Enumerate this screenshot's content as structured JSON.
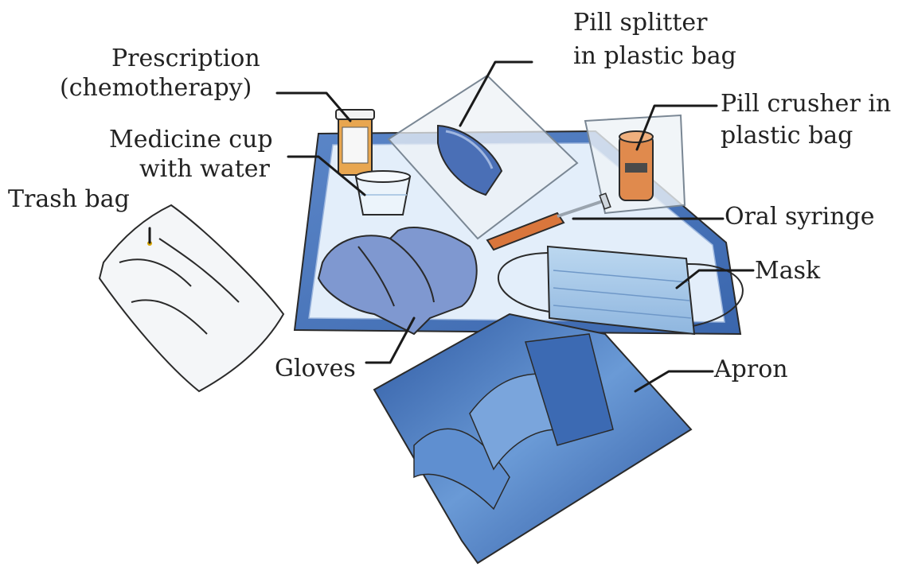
{
  "labels": {
    "prescription": [
      "Prescription",
      "(chemotherapy)"
    ],
    "pill_splitter": [
      "Pill splitter",
      "in plastic bag"
    ],
    "pill_crusher": [
      "Pill crusher in",
      "plastic bag"
    ],
    "medicine_cup": [
      "Medicine cup",
      "with water"
    ],
    "trash_bag": "Trash bag",
    "oral_syringe": "Oral syringe",
    "mask": "Mask",
    "gloves": "Gloves",
    "apron": "Apron"
  },
  "colors": {
    "mat": "#dbe8f6",
    "mat_edge": "#3f6fb5",
    "glove": "#7f98d0",
    "mask": "#a9cbea",
    "apron": "#3f6fb8",
    "syringe": "#d9763c",
    "crusher": "#e08a4d",
    "bag": "#eef2f6"
  }
}
